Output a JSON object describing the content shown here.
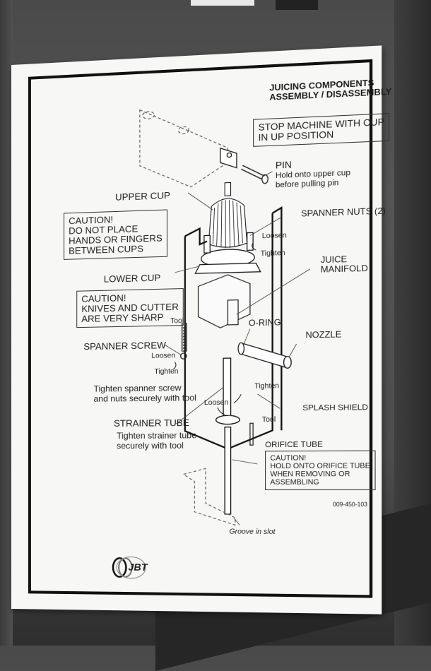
{
  "scene": {
    "description": "Photo of instruction placard mounted on gray machine panel",
    "colors": {
      "panel": "#4d4d4d",
      "sign_bg": "#f7f7f5",
      "ink": "#1c1c1c"
    }
  },
  "placard": {
    "title_line1": "JUICING COMPONENTS",
    "title_line2": "ASSEMBLY / DISASSEMBLY",
    "stop_box": {
      "line1": "STOP MACHINE WITH CUP",
      "line2": "IN UP POSITION"
    },
    "pin": {
      "label": "PIN",
      "note1": "Hold onto upper cup",
      "note2": "before pulling pin"
    },
    "upper_cup": "UPPER CUP",
    "spanner_nuts": "SPANNER NUTS (2)",
    "caution_cups": {
      "l1": "CAUTION!",
      "l2": "DO NOT PLACE",
      "l3": "HANDS OR FINGERS",
      "l4": "BETWEEN CUPS"
    },
    "loosen_1": "Loosen",
    "tighten_1": "Tighten",
    "juice_manifold": {
      "l1": "JUICE",
      "l2": "MANIFOLD"
    },
    "lower_cup": "LOWER CUP",
    "caution_knives": {
      "l1": "CAUTION!",
      "l2": "KNIVES AND CUTTER",
      "l3": "ARE VERY SHARP"
    },
    "tool_1": "Tool",
    "o_ring": "O-RING",
    "nozzle": "NOZZLE",
    "spanner_screw": "SPANNER SCREW",
    "loosen_2": "Loosen",
    "tighten_2": "Tighten",
    "tighten_note": {
      "l1": "Tighten spanner screw",
      "l2": "and nuts securely with tool"
    },
    "tighten_3": "Tighten",
    "loosen_3": "Loosen",
    "splash_shield": "SPLASH SHIELD",
    "strainer_tube": "STRAINER TUBE",
    "strainer_note": {
      "l1": "Tighten strainer tube",
      "l2": "securely with tool"
    },
    "tool_2": "Tool",
    "orifice_tube": "ORIFICE TUBE",
    "caution_orifice": {
      "l1": "CAUTION!",
      "l2": "HOLD ONTO ORIFICE TUBE",
      "l3": "WHEN REMOVING OR",
      "l4": "ASSEMBLING"
    },
    "part_number": "009-450-103",
    "groove": "Groove in slot",
    "logo_text": "JBT"
  }
}
